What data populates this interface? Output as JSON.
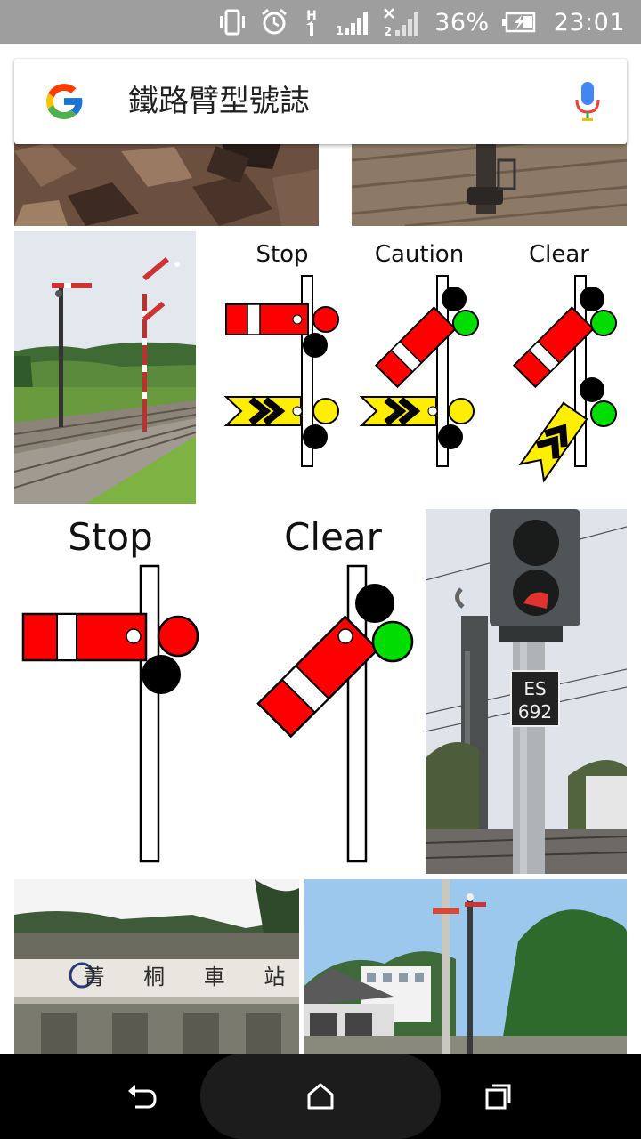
{
  "status_bar": {
    "battery_percent": "36%",
    "time": "23:01",
    "network_label_1": "H",
    "sim2_label": "2",
    "icons": [
      "vibrate-icon",
      "alarm-icon",
      "data-activity-icon",
      "signal-sim1-icon",
      "signal-sim2-icon",
      "battery-charging-icon"
    ]
  },
  "search": {
    "query": "鐵路臂型號誌",
    "logo": "google-g-logo",
    "mic_icon": "microphone-icon"
  },
  "results": {
    "signal_chart": {
      "labels": [
        "Stop",
        "Caution",
        "Clear"
      ]
    },
    "semaphore_diagram": {
      "labels": [
        "Stop",
        "Clear"
      ]
    },
    "color_light_sign": {
      "line1": "ES",
      "line2": "692"
    },
    "station_sign": {
      "text": "菁 桐 車 站"
    }
  },
  "nav_bar": {
    "icons": [
      "back-icon",
      "home-icon",
      "recents-icon"
    ]
  },
  "colors": {
    "status_bar_bg": "#9e9e9e",
    "signal_red": "#ff0000",
    "signal_yellow": "#ffee00",
    "signal_green": "#00dd00"
  }
}
